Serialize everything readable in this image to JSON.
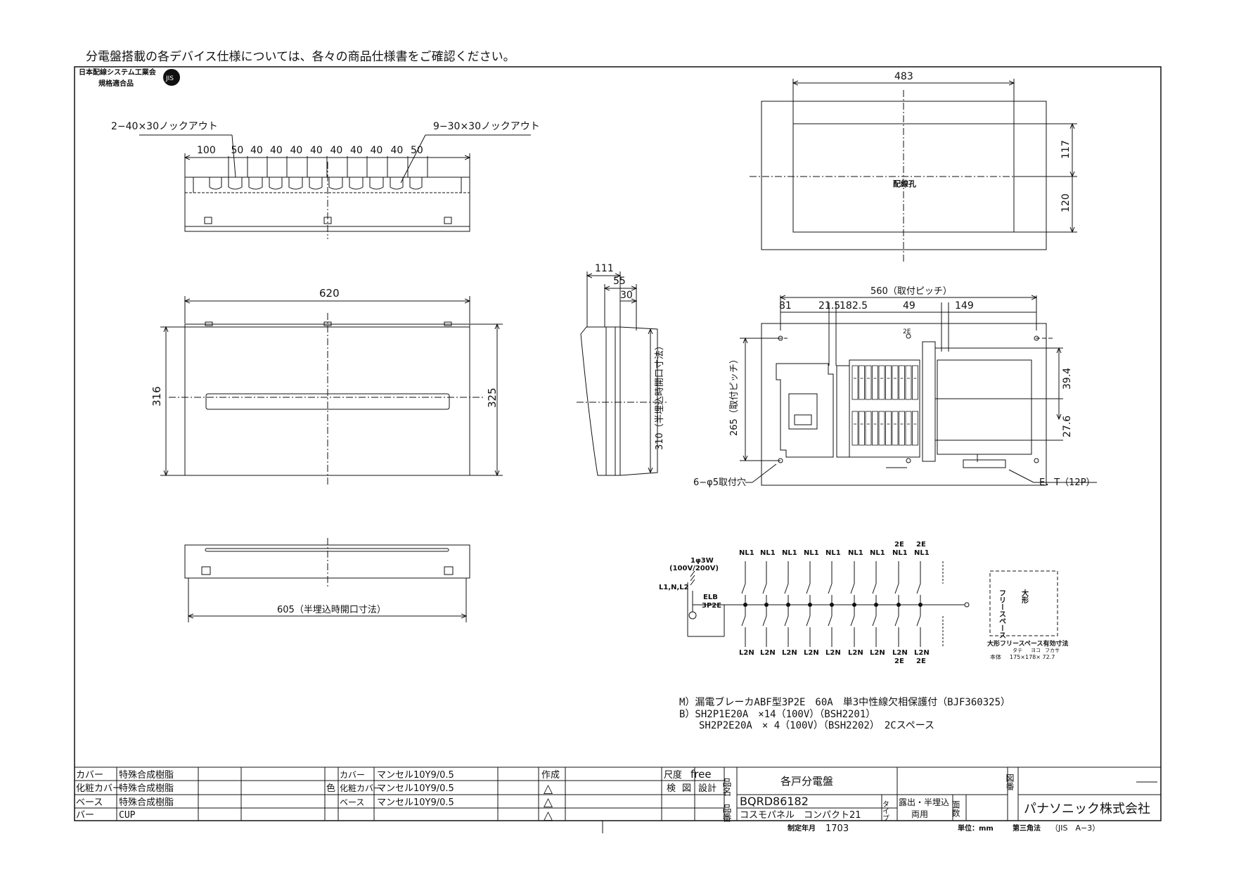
{
  "header_note": "分電盤搭載の各デバイス仕様については、各々の商品仕様書をご確認ください。",
  "jis_badge": {
    "line1": "日本配線システム工業会",
    "line2": "規格適合品"
  },
  "top_view": {
    "knockout_left": "2−40×30ノックアウト",
    "knockout_right": "9−30×30ノックアウト",
    "pitch_dims": [
      "100",
      "50",
      "40",
      "40",
      "40",
      "40",
      "40",
      "40",
      "40",
      "40",
      "50"
    ]
  },
  "front_view": {
    "width": "620",
    "height_left": "316",
    "height_right": "325"
  },
  "side_view": {
    "depth": "111",
    "dim_mid": "55",
    "dim_inner": "30",
    "embed_height": "310（半埋込時開口寸法）"
  },
  "bottom_view": {
    "embed_width": "605（半埋込時開口寸法）"
  },
  "back_view": {
    "width": "483",
    "dim_upper": "117",
    "dim_lower": "120",
    "hole_label": "配線孔"
  },
  "interior_view": {
    "mount_pitch": "560（取付ピッチ）",
    "dims": [
      "81",
      "21.5",
      "182.5",
      "49",
      "149"
    ],
    "vert_pitch": "265（取付ピッチ）",
    "dim_right_upper": "39.4",
    "dim_right_lower": "27.6",
    "mount_holes": "6−φ5取付穴",
    "et_label": "E．T（12P）",
    "label_2e": "2E"
  },
  "schematic": {
    "supply": "1φ3W",
    "voltage": "(100V/200V)",
    "lines": "L1,N,L2",
    "elb": "ELB",
    "elb_type": "3P2E",
    "top_labels": [
      "NL1",
      "NL1",
      "NL1",
      "NL1",
      "NL1",
      "NL1",
      "NL1",
      "NL1",
      "NL1"
    ],
    "top_2e_marks": [
      "",
      "",
      "",
      "",
      "",
      "",
      "",
      "2E",
      "2E"
    ],
    "bottom_labels": [
      "L2N",
      "L2N",
      "L2N",
      "L2N",
      "L2N",
      "L2N",
      "L2N",
      "L2N",
      "L2N"
    ],
    "bottom_2e_marks": [
      "",
      "",
      "",
      "",
      "",
      "",
      "",
      "2E",
      "2E"
    ]
  },
  "free_space": {
    "title_large": "大形",
    "title_free": "フリースペース",
    "effective_label": "大形フリースペース有効寸法",
    "dim_headers": [
      "タテ",
      "ヨコ",
      "フカサ"
    ],
    "dim_row_label": "本体",
    "dims": "175×178× 72.7"
  },
  "specs": [
    "M）漏電ブレーカABF型3P2E　60A　単3中性線欠相保護付（BJF360325）",
    "B）SH2P1E20A　×14（100V）（BSH2201）",
    "　　SH2P2E20A　× 4（100V）（BSH2202）　2Cスペース"
  ],
  "title_block": {
    "materials": [
      {
        "part": "カバー",
        "material": "特殊合成樹脂"
      },
      {
        "part": "化粧カバー",
        "material": "特殊合成樹脂"
      },
      {
        "part": "ベース",
        "material": "特殊合成樹脂"
      },
      {
        "part": "バー",
        "material": "CUP"
      }
    ],
    "color_label": "色",
    "colors": [
      {
        "part": "カバー",
        "color": "マンセル10Y9/0.5"
      },
      {
        "part": "化粧カバー",
        "color": "マンセル10Y9/0.5"
      },
      {
        "part": "ベース",
        "color": "マンセル10Y9/0.5"
      }
    ],
    "sakusei": "作成",
    "revision_marks": [
      "△",
      "△",
      "△"
    ],
    "scale_label": "尺度",
    "scale_value": "free",
    "check_labels": [
      "検",
      "図",
      "設計"
    ],
    "name_label": "品名",
    "name_value": "各戸分電盤",
    "number_label": "品番",
    "number_value": "BQRD86182",
    "series": "コスモパネル　コンパクト21",
    "type_label": "タイプ",
    "type_value_1": "露出・半埋込",
    "type_value_2": "両用",
    "face_label": "面数",
    "drawing_no_label": "図番",
    "company": "パナソニック株式会社",
    "date_label": "制定年月",
    "date_value": "1703",
    "unit_label": "単位：mm",
    "projection": "第三角法",
    "jis_std": "（JIS　A−3）"
  }
}
